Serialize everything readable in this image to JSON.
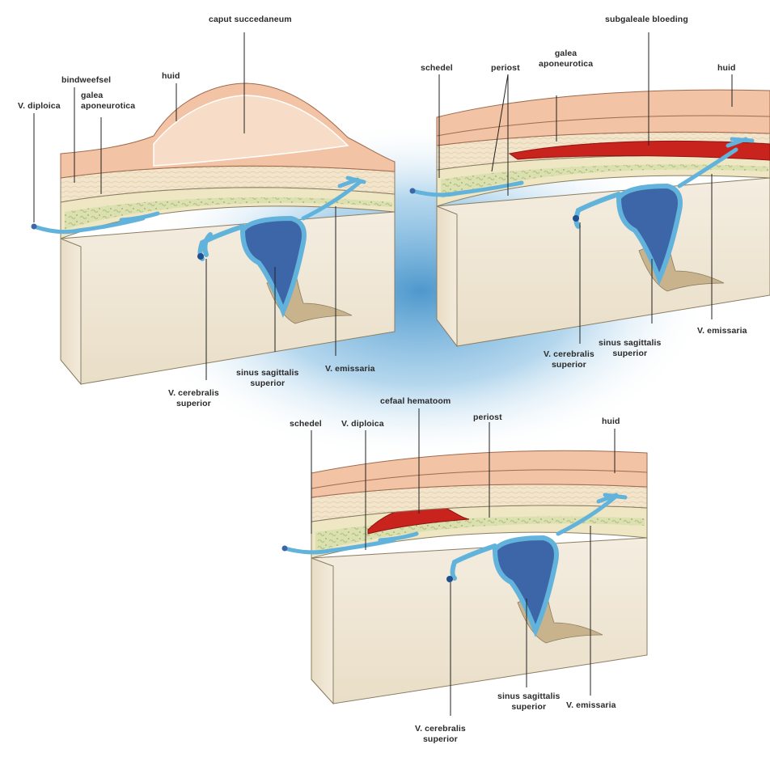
{
  "panels": {
    "caput": {
      "title": "caput succedaneum",
      "huid": "huid",
      "bindweefsel": "bindweefsel",
      "galea_1": "galea",
      "galea_2": "aponeurotica",
      "v_diploica": "V. diploica",
      "v_cerebralis_1": "V. cerebralis",
      "v_cerebralis_2": "superior",
      "sinus_1": "sinus sagittalis",
      "sinus_2": "superior",
      "v_emissaria": "V. emissaria"
    },
    "subgaleal": {
      "title": "subgaleale bloeding",
      "schedel": "schedel",
      "periost": "periost",
      "galea_1": "galea",
      "galea_2": "aponeurotica",
      "huid": "huid",
      "v_cerebralis_1": "V. cerebralis",
      "v_cerebralis_2": "superior",
      "sinus_1": "sinus sagittalis",
      "sinus_2": "superior",
      "v_emissaria": "V. emissaria"
    },
    "cefaal": {
      "title": "cefaal hematoom",
      "schedel": "schedel",
      "v_diploica": "V. diploica",
      "periost": "periost",
      "huid": "huid",
      "v_cerebralis_1": "V. cerebralis",
      "v_cerebralis_2": "superior",
      "sinus_1": "sinus sagittalis",
      "sinus_2": "superior",
      "v_emissaria": "V. emissaria"
    }
  },
  "colors": {
    "skin": "#f2c3a4",
    "skin_dark": "#e2a180",
    "tissue": "#f6ead5",
    "bone": "#efe6c3",
    "diploe": "#d9dfae",
    "vein": "#62b3dc",
    "sinus": "#3d66a8",
    "blood": "#c8231d",
    "brain": "#f1e8d8",
    "brain_shadow": "#d9cba8",
    "glow": "#2f86c4",
    "leader": "#222222"
  }
}
